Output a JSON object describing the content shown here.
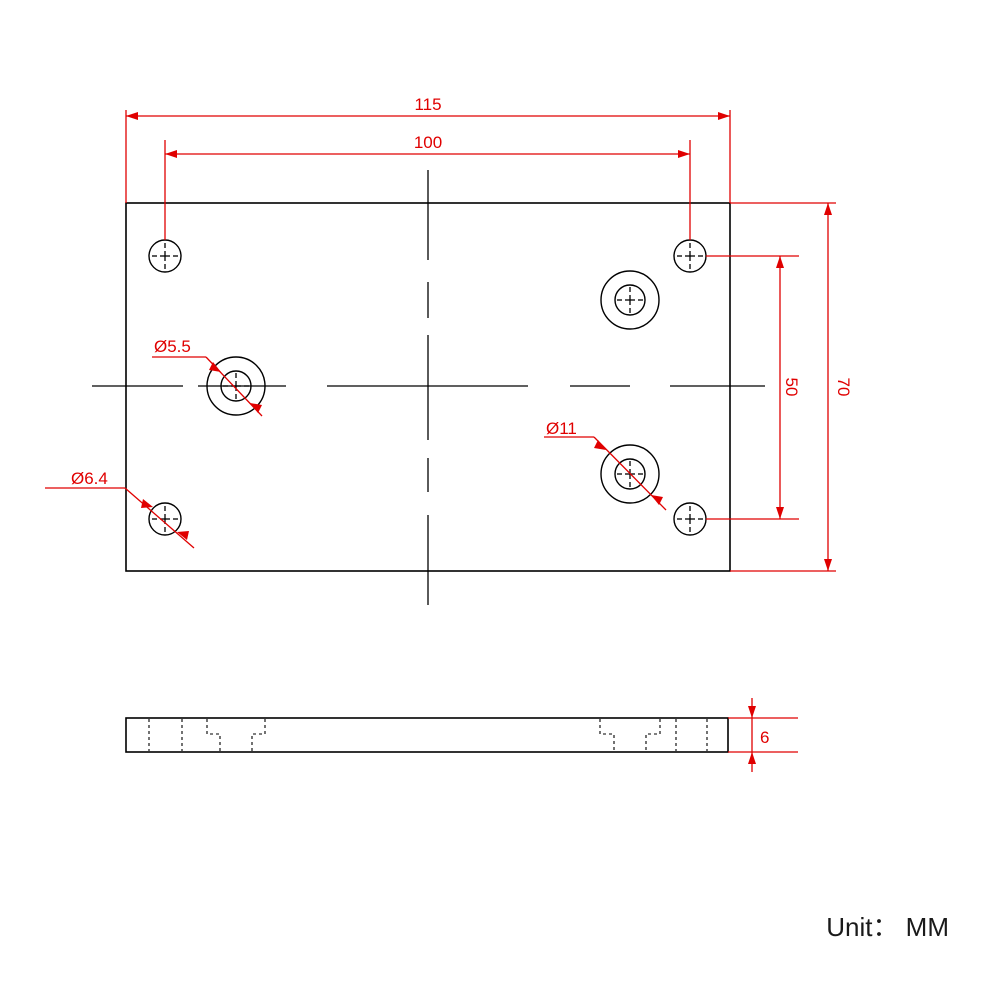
{
  "dimensions": {
    "overall_length": "115",
    "hole_spacing_x": "100",
    "overall_width": "70",
    "hole_spacing_y": "50",
    "thickness": "6",
    "dia_small_hole": "Ø5.5",
    "dia_corner_hole": "Ø6.4",
    "dia_counterbore": "Ø11"
  },
  "unit_label": "Unit： MM",
  "colors": {
    "dimension": "#e00000",
    "outline": "#000000"
  }
}
